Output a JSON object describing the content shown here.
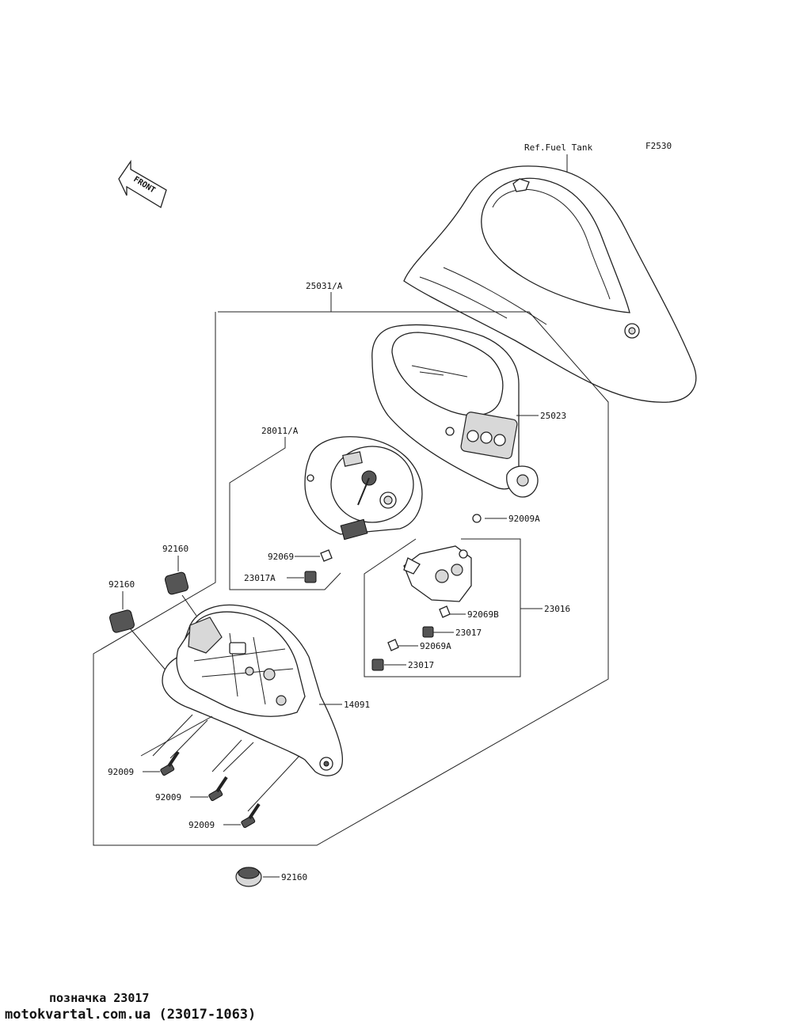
{
  "diagram": {
    "code": "F2530",
    "front_label": "FRONT",
    "ref_label": "Ref.Fuel Tank",
    "callouts": [
      {
        "id": "c-25031a",
        "text": "25031/A"
      },
      {
        "id": "c-25023",
        "text": "25023"
      },
      {
        "id": "c-28011a",
        "text": "28011/A"
      },
      {
        "id": "c-92009a",
        "text": "92009A"
      },
      {
        "id": "c-92069",
        "text": "92069"
      },
      {
        "id": "c-23017a",
        "text": "23017A"
      },
      {
        "id": "c-92069b",
        "text": "92069B"
      },
      {
        "id": "c-23016",
        "text": "23016"
      },
      {
        "id": "c-23017-1",
        "text": "23017"
      },
      {
        "id": "c-92069a",
        "text": "92069A"
      },
      {
        "id": "c-23017-2",
        "text": "23017"
      },
      {
        "id": "c-92160-1",
        "text": "92160"
      },
      {
        "id": "c-92160-2",
        "text": "92160"
      },
      {
        "id": "c-14091",
        "text": "14091"
      },
      {
        "id": "c-92009-1",
        "text": "92009"
      },
      {
        "id": "c-92009-2",
        "text": "92009"
      },
      {
        "id": "c-92009-3",
        "text": "92009"
      },
      {
        "id": "c-92160-3",
        "text": "92160"
      }
    ]
  },
  "watermark": {
    "line1": "позначка 23017",
    "line2": "motokvartal.com.ua (23017-1063)"
  }
}
